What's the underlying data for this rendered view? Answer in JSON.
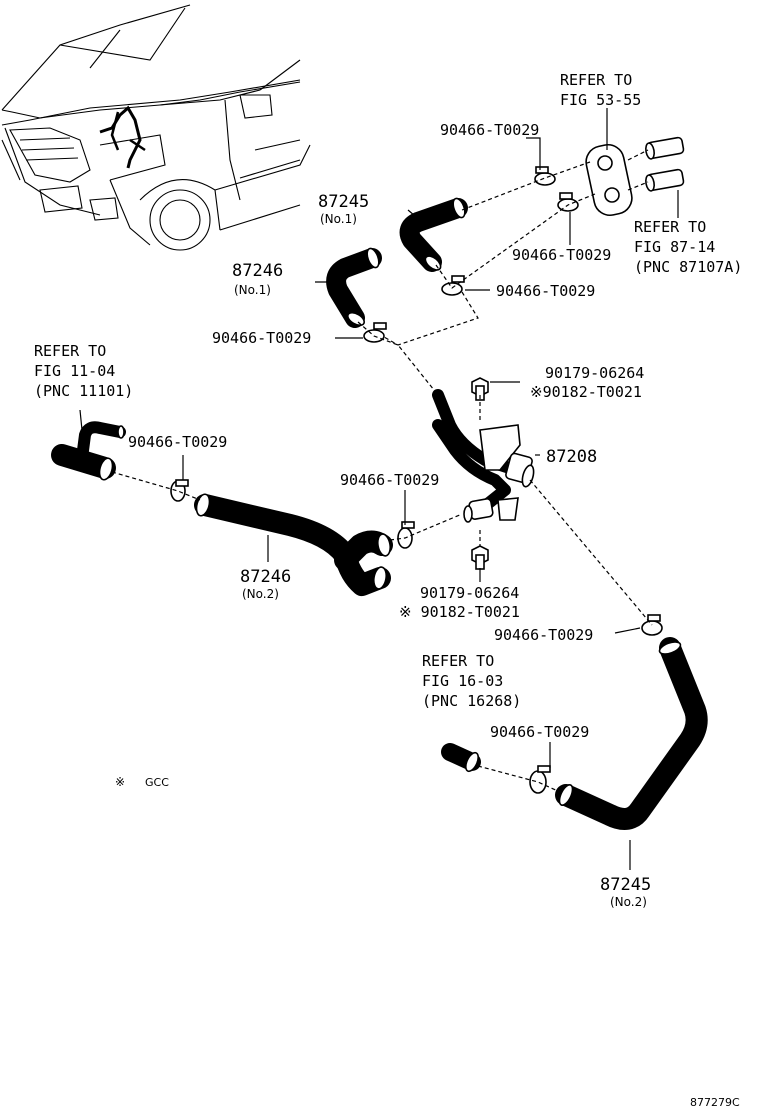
{
  "refs": {
    "fig_53_55": [
      "REFER TO",
      "FIG 53-55"
    ],
    "fig_87_14": [
      "REFER TO",
      "FIG 87-14",
      "(PNC 87107A)"
    ],
    "fig_11_04": [
      "REFER TO",
      "FIG 11-04",
      "(PNC 11101)"
    ],
    "fig_16_03": [
      "REFER TO",
      "FIG 16-03",
      "(PNC 16268)"
    ]
  },
  "parts": {
    "hose_87245_no1": {
      "number": "87245",
      "sub": "(No.1)"
    },
    "hose_87246_no1": {
      "number": "87246",
      "sub": "(No.1)"
    },
    "hose_87246_no2": {
      "number": "87246",
      "sub": "(No.2)"
    },
    "hose_87245_no2": {
      "number": "87245",
      "sub": "(No.2)"
    },
    "pipe_87208": {
      "number": "87208"
    },
    "clamp": "90466-T0029",
    "nut": "90179-06264",
    "nut_alt": "※90182-T0021",
    "nut_alt_spaced": "※ 90182-T0021"
  },
  "legend": {
    "mark": "※",
    "text": "GCC"
  },
  "figure_code": "877279C"
}
